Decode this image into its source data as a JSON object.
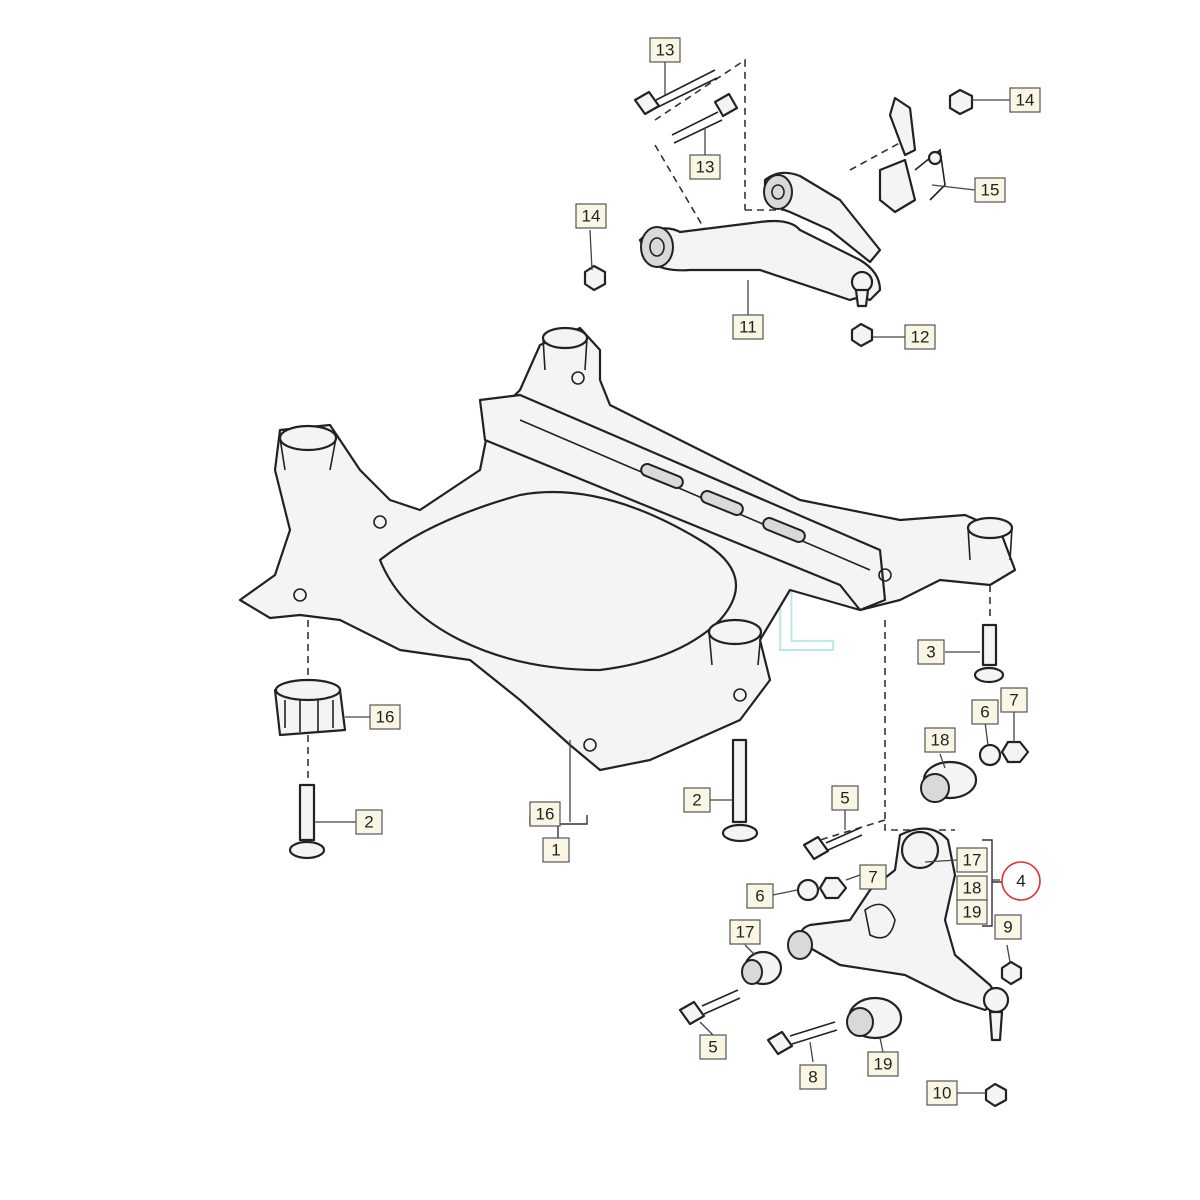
{
  "diagram": {
    "callouts": [
      {
        "id": "c13a",
        "label": "13"
      },
      {
        "id": "c13b",
        "label": "13"
      },
      {
        "id": "c14a",
        "label": "14"
      },
      {
        "id": "c14b",
        "label": "14"
      },
      {
        "id": "c15",
        "label": "15"
      },
      {
        "id": "c11",
        "label": "11"
      },
      {
        "id": "c12",
        "label": "12"
      },
      {
        "id": "c3",
        "label": "3"
      },
      {
        "id": "c6a",
        "label": "6"
      },
      {
        "id": "c7a",
        "label": "7"
      },
      {
        "id": "c16a",
        "label": "16"
      },
      {
        "id": "c18a",
        "label": "18"
      },
      {
        "id": "c2a",
        "label": "2"
      },
      {
        "id": "c2b",
        "label": "2"
      },
      {
        "id": "c5a",
        "label": "5"
      },
      {
        "id": "c16b",
        "label": "16"
      },
      {
        "id": "c1",
        "label": "1"
      },
      {
        "id": "c17a",
        "label": "17"
      },
      {
        "id": "c18b",
        "label": "18"
      },
      {
        "id": "c19a",
        "label": "19"
      },
      {
        "id": "c4",
        "label": "4"
      },
      {
        "id": "c7b",
        "label": "7"
      },
      {
        "id": "c6b",
        "label": "6"
      },
      {
        "id": "c9",
        "label": "9"
      },
      {
        "id": "c17b",
        "label": "17"
      },
      {
        "id": "c5b",
        "label": "5"
      },
      {
        "id": "c8",
        "label": "8"
      },
      {
        "id": "c19b",
        "label": "19"
      },
      {
        "id": "c10",
        "label": "10"
      }
    ],
    "highlighted_callout": "4",
    "highlight_color": "#e03131"
  },
  "watermark": {
    "text": "SQL",
    "color": "#7fd6d6"
  }
}
